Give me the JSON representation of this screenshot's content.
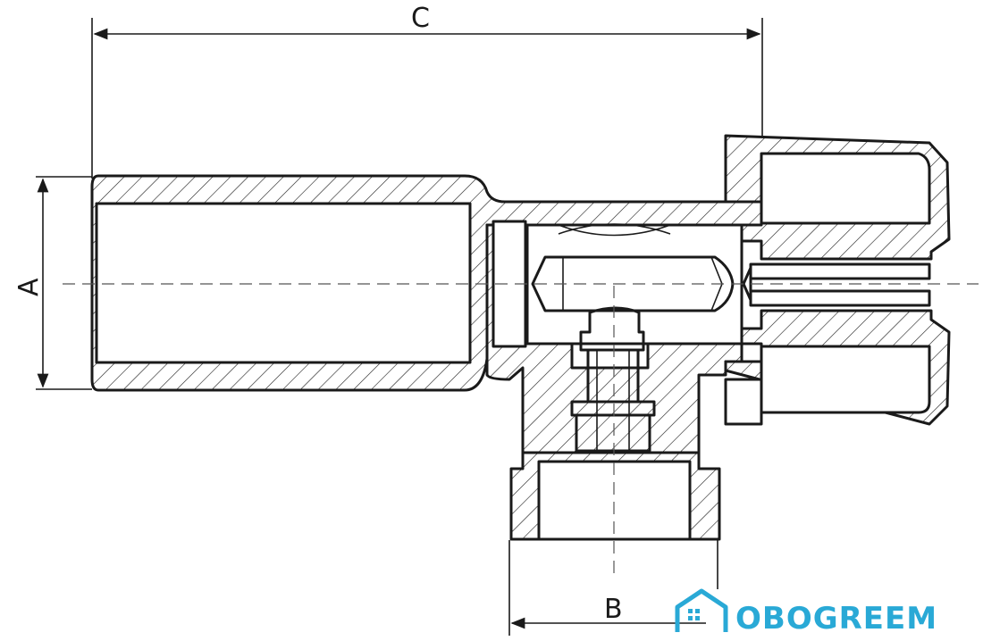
{
  "dimensions": {
    "a_label": "A",
    "b_label": "B",
    "c_label": "C"
  },
  "watermark": {
    "text": "OBOGREEM",
    "color": "#29a9d6"
  },
  "colors": {
    "line": "#1a1a1a",
    "centerline": "#555555"
  }
}
